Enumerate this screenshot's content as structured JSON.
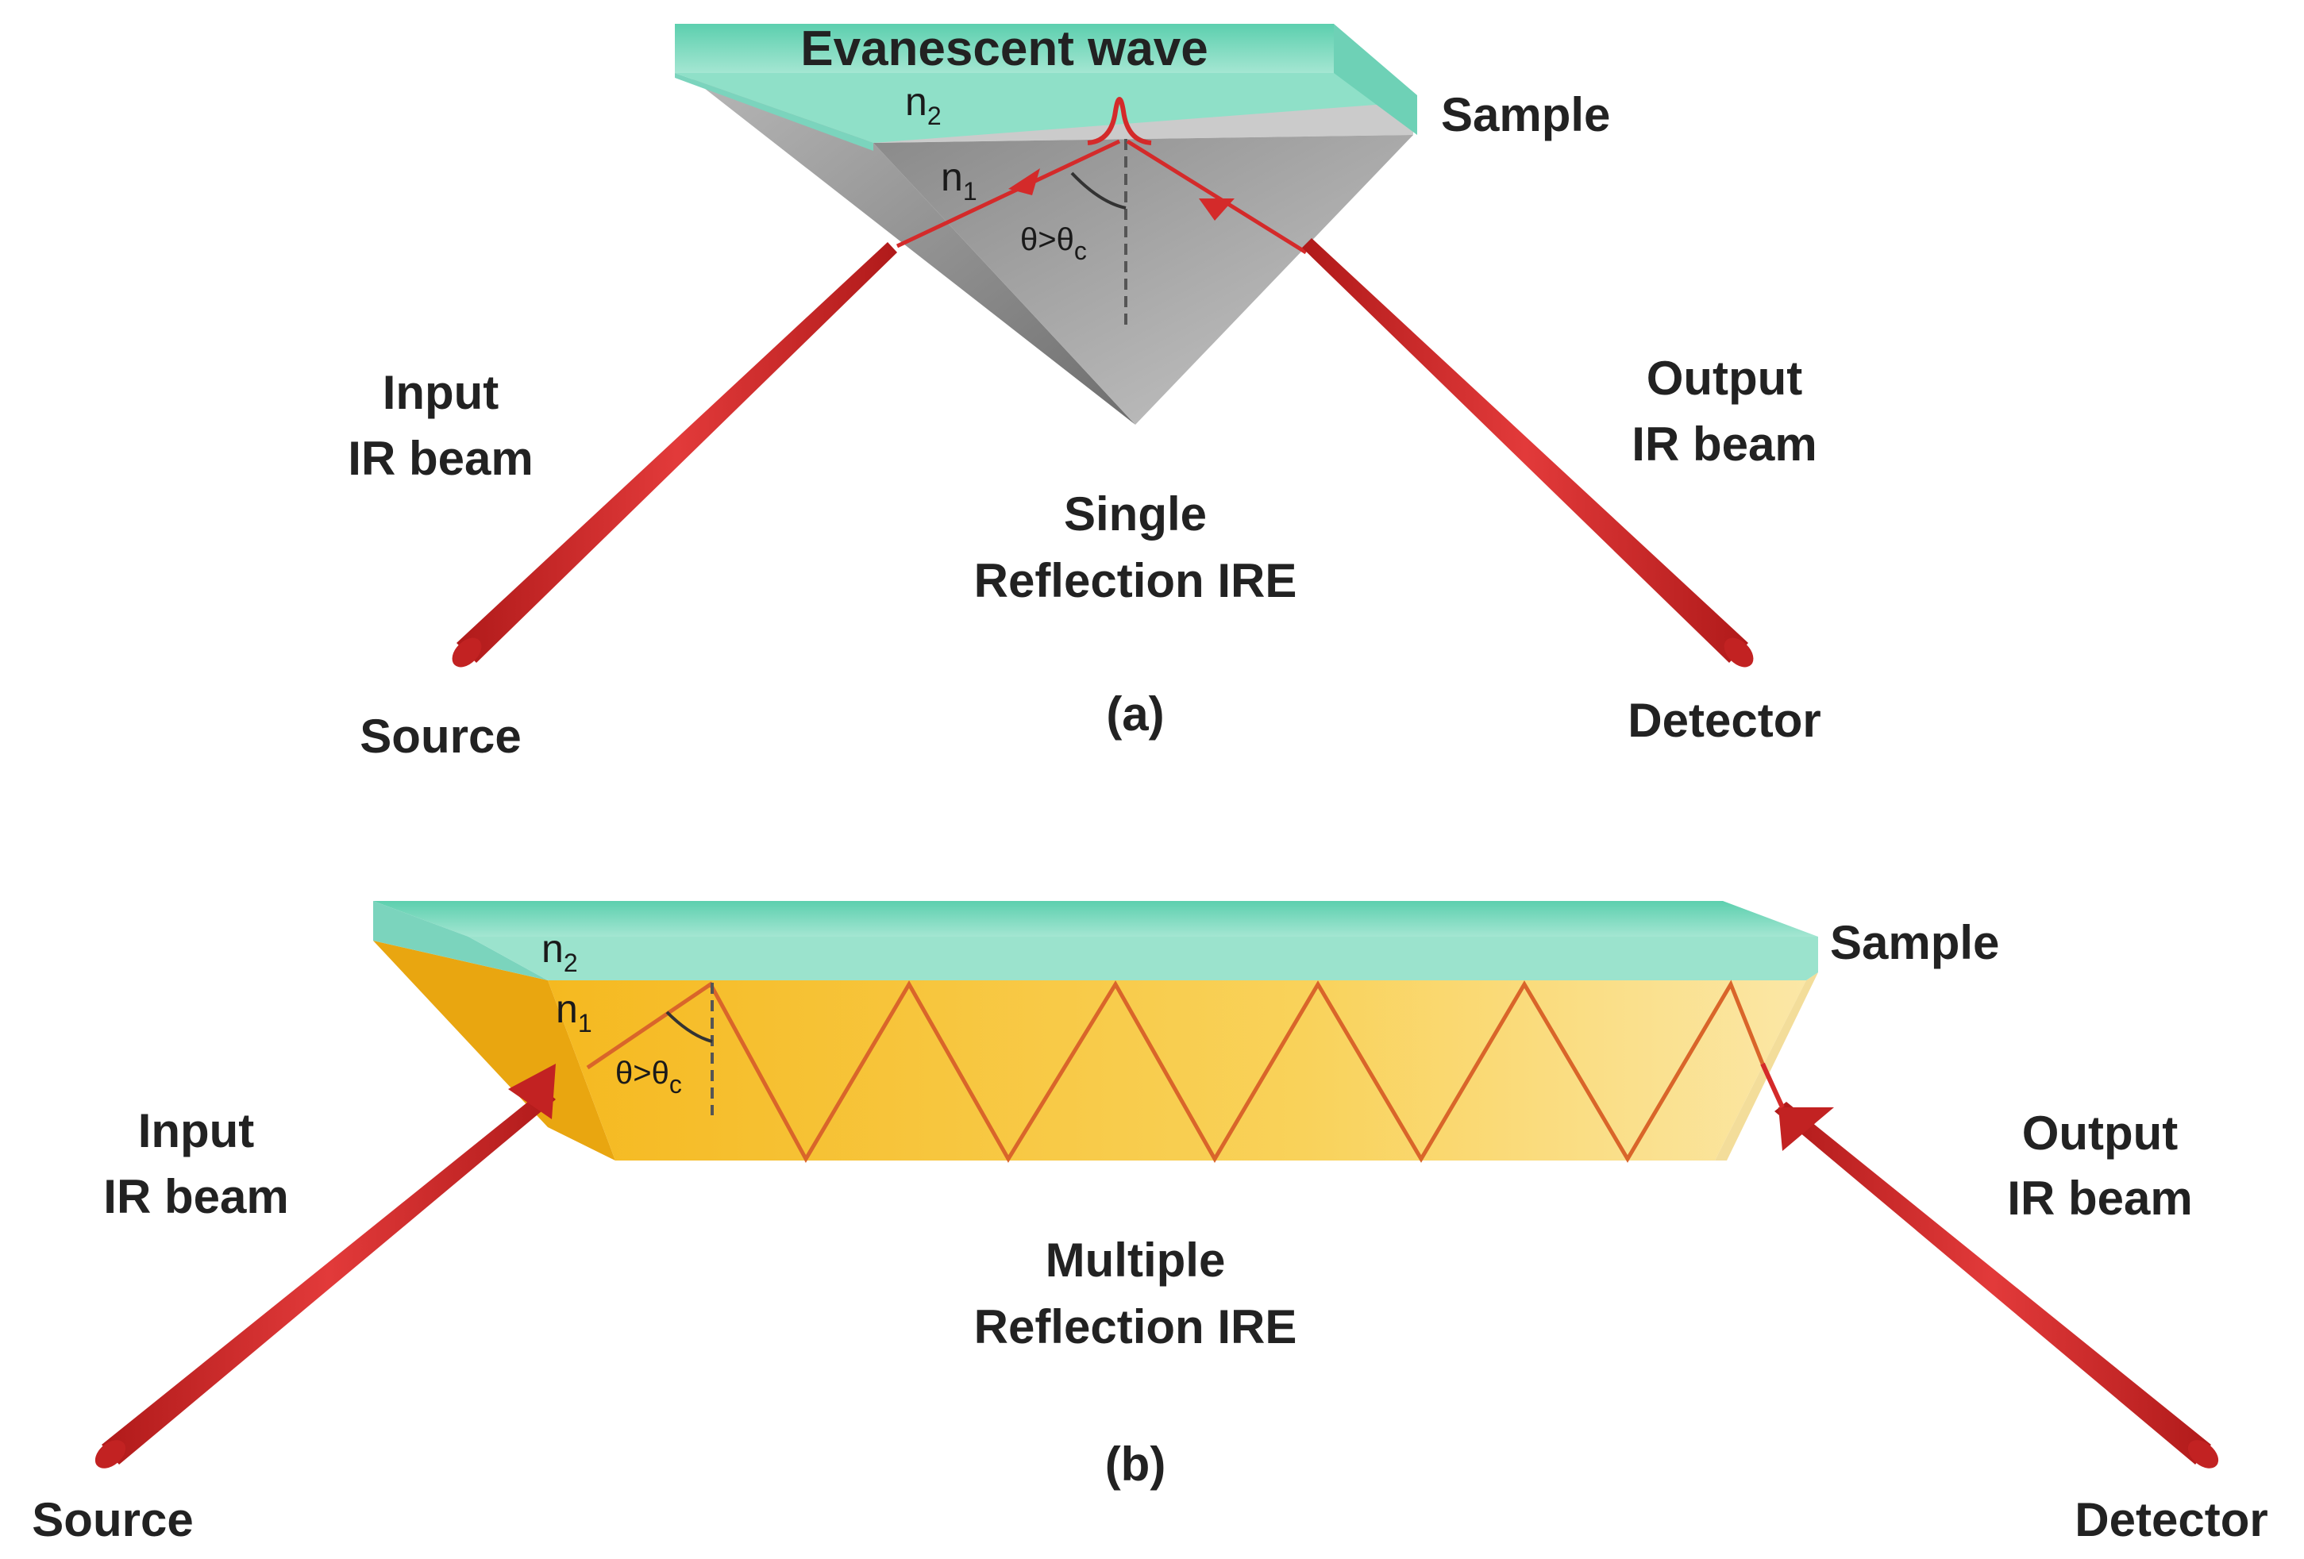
{
  "panel_a": {
    "evanescent_label": "Evanescent wave",
    "n2_label": "n",
    "n2_sub": "2",
    "n1_label": "n",
    "n1_sub": "1",
    "angle_label": "θ>θ",
    "angle_sub": "c",
    "sample_label": "Sample",
    "input_label_line1": "Input",
    "input_label_line2": "IR beam",
    "output_label_line1": "Output",
    "output_label_line2": "IR beam",
    "ire_label_line1": "Single",
    "ire_label_line2": "Reflection IRE",
    "panel_letter": "(a)",
    "source_label": "Source",
    "detector_label": "Detector"
  },
  "panel_b": {
    "n2_label": "n",
    "n2_sub": "2",
    "n1_label": "n",
    "n1_sub": "1",
    "angle_label": "θ>θ",
    "angle_sub": "c",
    "sample_label": "Sample",
    "input_label_line1": "Input",
    "input_label_line2": "IR beam",
    "output_label_line1": "Output",
    "output_label_line2": "IR beam",
    "ire_label_line1": "Multiple",
    "ire_label_line2": "Reflection IRE",
    "panel_letter": "(b)",
    "source_label": "Source",
    "detector_label": "Detector"
  },
  "colors": {
    "sample": "#7ed8c0",
    "crystal_a": "#9a9a9a",
    "crystal_b": "#f7c930",
    "beam": "#d42a2a",
    "text": "#222222"
  }
}
